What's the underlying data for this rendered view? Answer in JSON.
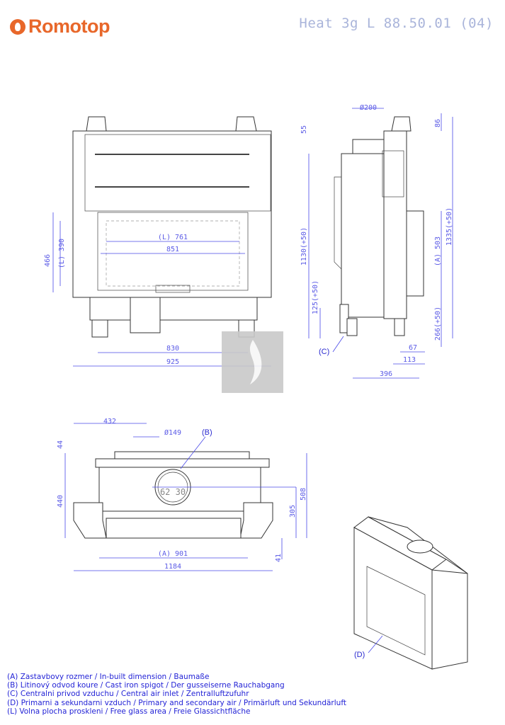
{
  "header": {
    "brand": "Romotop",
    "title": "Heat 3g L 88.50.01 (04)"
  },
  "front_view": {
    "dims": {
      "h466": "466",
      "l390": "(L) 390",
      "l761": "(L) 761",
      "w851": "851",
      "w830": "830",
      "w925": "925"
    }
  },
  "side_view": {
    "dims": {
      "d200": "Ø200",
      "h55": "55",
      "h86": "86",
      "h1130": "1130(+50)",
      "h1335": "1335(+50)",
      "a503": "(A) 503",
      "h125": "125(+50)",
      "h266": "266(+50)",
      "w67": "67",
      "w113": "113",
      "w396": "396"
    },
    "callout_c": "(C)"
  },
  "top_view": {
    "dims": {
      "w432": "432",
      "d149": "Ø149",
      "h44": "44",
      "h440": "440",
      "h508": "508",
      "h305": "305",
      "h41": "41",
      "a901": "(A) 901",
      "w1184": "1184",
      "inner": "62 30"
    },
    "callout_b": "(B)"
  },
  "iso_view": {
    "callout_d": "(D)"
  },
  "legend": [
    "(A)  Zastavbovy rozmer / In-built dimension / Baumaße",
    "(B)  Litinový odvod koure / Cast iron spigot / Der gusseiserne Rauchabgang",
    "(C)  Centralni privod vzduchu / Central air inlet / Zentralluftzufuhr",
    "(D)  Primarni a sekundarni vzduch / Primary and secondary air / Primärluft und Sekundärluft",
    "(L)  Volna plocha proskleni / Free glass area / Freie Glassichtfläche"
  ],
  "colors": {
    "brand": "#e8672a",
    "dimension": "#4a4ae8",
    "title": "#a9b4da"
  }
}
